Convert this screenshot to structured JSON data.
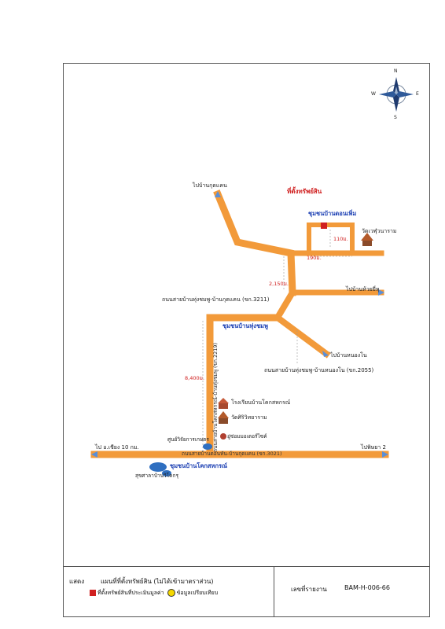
{
  "map": {
    "property_label": "ที่ตั้งทรัพย์สิน",
    "labels": {
      "to_kut_khaen": "ไปบ้านกุดแคน",
      "to_huai_yi_hu": "ไปบ้านห้วยยี่หุ",
      "to_nong_no": "ไปบ้านหนองโน",
      "to_aeng_rueang": "ไป อ.เชียง 10 กม.",
      "to_phu_sai": "ไปพิษยา 2",
      "community_don_phoem": "ชุมชนบ้านดอนเพิ่ม",
      "community_thung_chomphu": "ชุมชนบ้านทุ่งชมพู",
      "community_khok_sakon": "ชุมชนบ้านโคกสหกรณ์",
      "temple_wat_wen": "วัดเวฬุวนาราม",
      "school": "โรงเรียนบ้านโคกสหกรณ์",
      "temple_wat_siri": "วัดศิริวิทยาราม",
      "ag_center": "ศูนย์วิจัยการเกษตร",
      "garage": "อู่ซ่อมมอเตอร์ไซค์",
      "health_station": "สุขศาลาบ้านวิโคกรุ",
      "road_3211": "ถนนสายบ้านทุ่งชมพู-บ้านกุดแคน (ขก.3211)",
      "road_2055": "ถนนสายบ้านทุ่งชมพู-บ้านหนองโน (ขก.2055)",
      "road_3021": "ถนนสายบ้านดอนหัน-บ้านกุดแคน (ขก.3021)",
      "road_2219": "ถนนสายบ้านโคกสหกรณ์-บ้านทุ่งชมพู (ขก.2219)"
    },
    "distances": {
      "d_190": "190ม.",
      "d_110": "110ม.",
      "d_2150": "2,150ม.",
      "d_8400": "8,400ม."
    },
    "compass": {
      "n": "N",
      "s": "S",
      "e": "E",
      "w": "W"
    },
    "colors": {
      "road": "#f29a3a",
      "property": "#d02020",
      "community": "#1b3fb3"
    }
  },
  "legend": {
    "show_label": "แสดง",
    "title": "แผนที่ที่ตั้งทรัพย์สิน (ไม่ได้เข้ามาตราส่วน)",
    "marker_property": "ที่ตั้งทรัพย์สินที่ประเมินมูลค่า",
    "marker_compare": "ข้อมูลเปรียบเทียบ",
    "report_label": "เลขที่รายงาน",
    "report_no": "BAM-H-006-66"
  }
}
